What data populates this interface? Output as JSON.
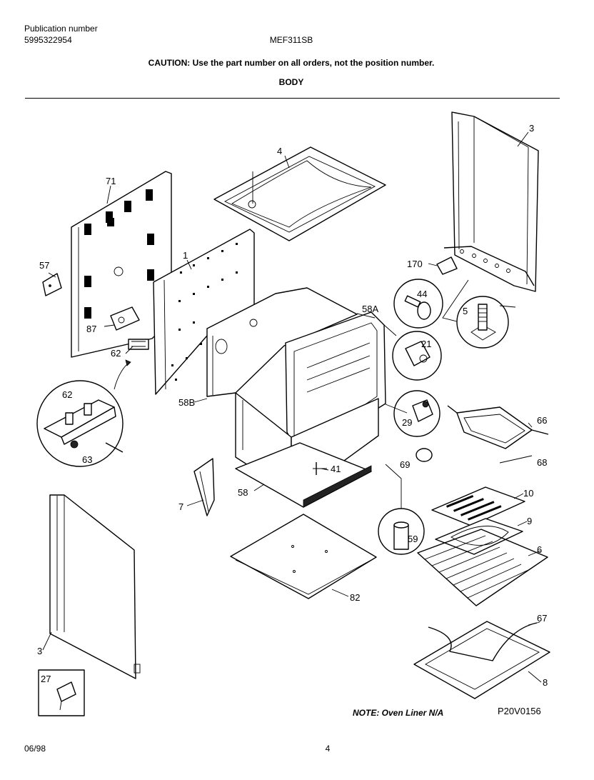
{
  "header": {
    "publication_label": "Publication number",
    "publication_number": "5995322954",
    "model": "MEF311SB",
    "caution": "CAUTION:  Use the part number on all orders, not the position number.",
    "section": "BODY"
  },
  "callouts": [
    "3",
    "4",
    "71",
    "1",
    "57",
    "87",
    "62",
    "58A",
    "44",
    "170",
    "5",
    "21",
    "58B",
    "62",
    "63",
    "29",
    "66",
    "68",
    "69",
    "41",
    "7",
    "58",
    "10",
    "9",
    "59",
    "6",
    "82",
    "67",
    "3",
    "27",
    "8"
  ],
  "footer": {
    "note": "NOTE:  Oven Liner N/A",
    "drawing_code": "P20V0156",
    "date": "06/98",
    "page": "4"
  }
}
